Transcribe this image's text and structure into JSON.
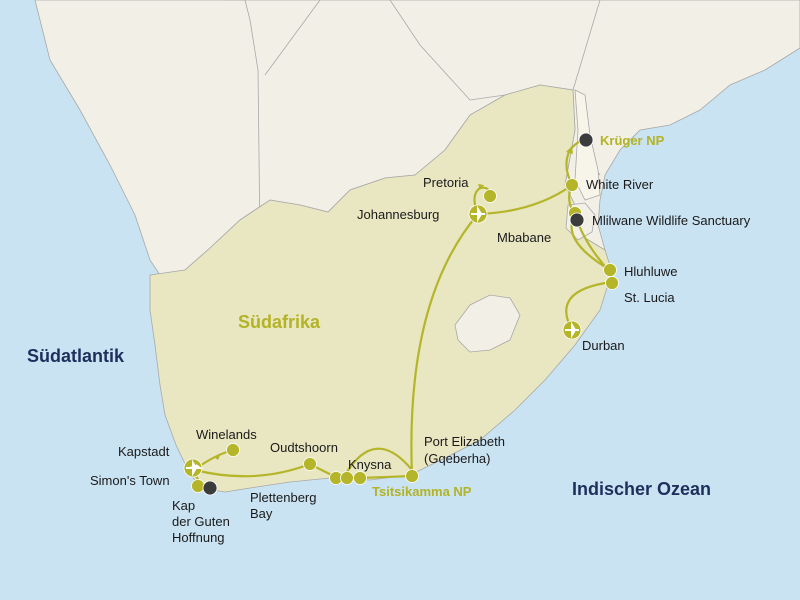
{
  "map": {
    "country": "Südafrika",
    "oceans": {
      "atlantic": "Südatlantik",
      "indian": "Indischer Ozean"
    },
    "places": {
      "krueger": "Krüger NP",
      "white_river": "White River",
      "pretoria": "Pretoria",
      "johannesburg": "Johannesburg",
      "mlilwane": "Mlilwane Wildlife Sanctuary",
      "mbabane": "Mbabane",
      "hluhluwe": "Hluhluwe",
      "st_lucia": "St. Lucia",
      "durban": "Durban",
      "winelands": "Winelands",
      "kapstadt": "Kapstadt",
      "oudtshoorn": "Oudtshoorn",
      "port_elizabeth_1": "Port Elizabeth",
      "port_elizabeth_2": "(Gqeberha)",
      "knysna": "Knysna",
      "simons_town": "Simon's Town",
      "kap_1": "Kap",
      "kap_2": "der Guten",
      "kap_3": "Hoffnung",
      "plettenberg_1": "Plettenberg",
      "plettenberg_2": "Bay",
      "tsitsikamma": "Tsitsikamma NP"
    },
    "colors": {
      "sea": "#c9e3f2",
      "land_other": "#f2efe6",
      "land_country": "#e9e6c2",
      "route": "#b5b52a",
      "park_marker": "#3c3c3c"
    }
  }
}
